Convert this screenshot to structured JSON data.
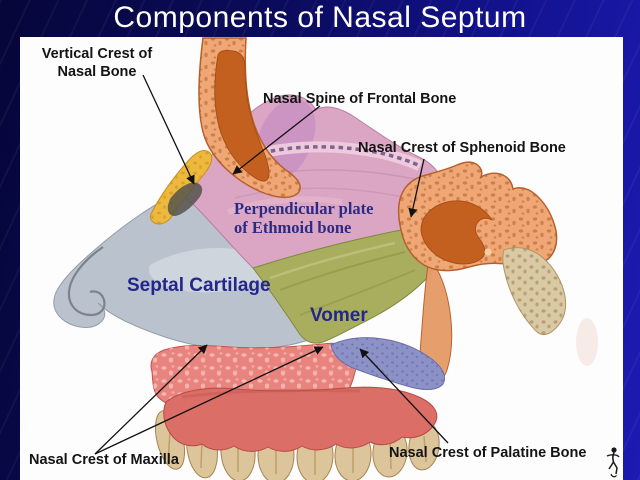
{
  "title": "Components of Nasal Septum",
  "diagram": {
    "labels": [
      {
        "name": "vertical-crest-of-nasal-bone",
        "text": "Vertical Crest of\nNasal Bone"
      },
      {
        "name": "nasal-spine-of-frontal-bone",
        "text": "Nasal Spine of Frontal Bone"
      },
      {
        "name": "nasal-crest-of-sphenoid-bone",
        "text": "Nasal Crest of Sphenoid Bone"
      },
      {
        "name": "perpendicular-plate-of-ethmoid-bone",
        "text": "Perpendicular plate\nof Ethmoid bone"
      },
      {
        "name": "septal-cartilage",
        "text": "Septal Cartilage"
      },
      {
        "name": "vomer",
        "text": "Vomer"
      },
      {
        "name": "nasal-crest-of-maxilla",
        "text": "Nasal Crest of Maxilla"
      },
      {
        "name": "nasal-crest-of-palatine-bone",
        "text": "Nasal Crest of Palatine Bone"
      }
    ],
    "structures_depicted": [
      "frontal bone",
      "nasal bone",
      "perpendicular plate of ethmoid",
      "septal cartilage",
      "vomer",
      "sphenoid bone",
      "maxilla",
      "palatine bone",
      "teeth"
    ],
    "icons": {
      "corner_glyph": "stick-figure"
    }
  },
  "colors": {
    "background_navy": "#0b0b62",
    "panel_white": "#fdfdfd",
    "title_text": "#ffffff",
    "label_black": "#141414",
    "label_navy": "#23268c",
    "ethmoid_label_navy": "#2b2b85",
    "bone_orange": "#efa875",
    "bone_marrow": "#c4601f",
    "nasal_bone_yellow": "#edb83e",
    "ethmoid_plate_pink": "#dba6c3",
    "septal_cartilage_gray": "#bac3cd",
    "vomer_olive": "#a9ae5e",
    "maxilla_red": "#e8837d",
    "gum_red": "#db6e66",
    "palatine_violet": "#8d92c6",
    "teeth_tan": "#dcc59b",
    "pterygoid_tan": "#d9c9a4"
  }
}
